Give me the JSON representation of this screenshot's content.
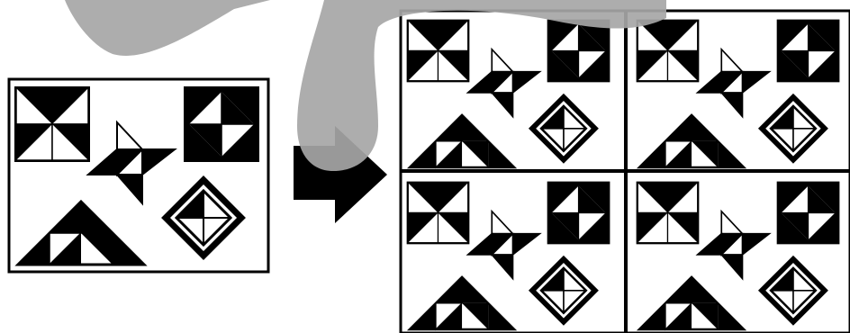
{
  "colors": {
    "ink": "#000000",
    "paper": "#ffffff",
    "overlay": "#a6a6a6"
  },
  "diagram": {
    "source_panel": {
      "figures": [
        "pinwheel-square",
        "diamond-square",
        "pinwheel-star",
        "triangle-stack",
        "framed-diamond"
      ]
    },
    "arrow": {
      "direction": "right"
    },
    "result_grid": {
      "rows": 2,
      "cols": 2,
      "cells": [
        {
          "figures": [
            "pinwheel-square",
            "diamond-square",
            "pinwheel-star",
            "triangle-stack",
            "framed-diamond"
          ]
        },
        {
          "figures": [
            "pinwheel-square",
            "diamond-square",
            "pinwheel-star",
            "triangle-stack",
            "framed-diamond"
          ]
        },
        {
          "figures": [
            "pinwheel-square",
            "diamond-square",
            "pinwheel-star",
            "triangle-stack",
            "framed-diamond"
          ]
        },
        {
          "figures": [
            "pinwheel-square",
            "diamond-square",
            "pinwheel-star",
            "triangle-stack",
            "framed-diamond"
          ]
        }
      ]
    },
    "overlay_shape": "gray-blob"
  }
}
